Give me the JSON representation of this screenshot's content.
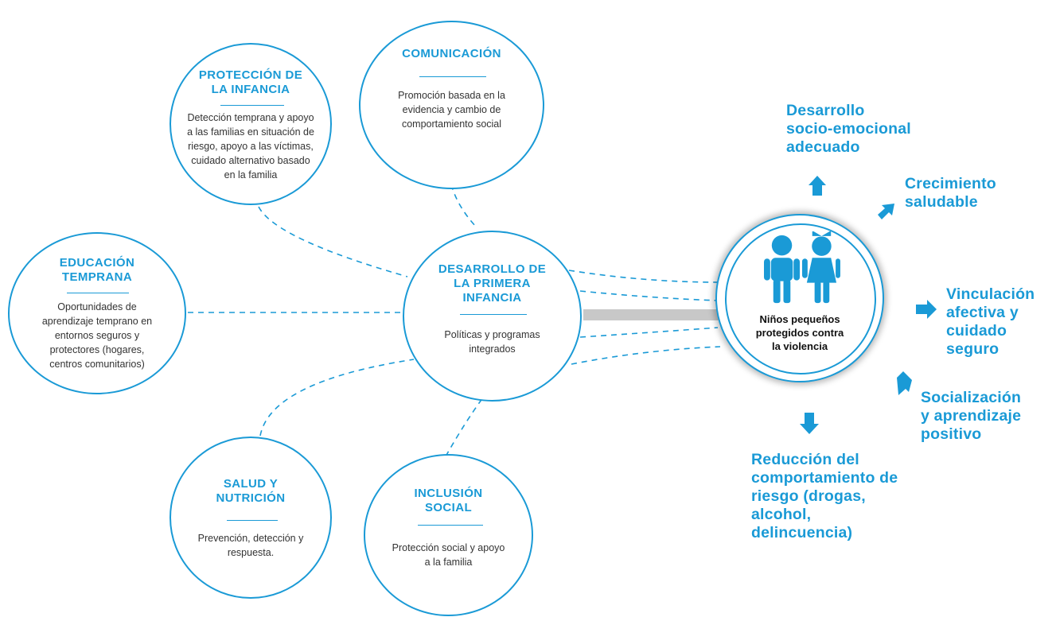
{
  "nodes": {
    "proteccion": {
      "title": "PROTECCIÓN DE\nLA INFANCIA",
      "description": "Detección temprana y apoyo\na las familias en situación de\nriesgo, apoyo a las víctimas,\ncuidado alternativo basado\nen la familia"
    },
    "comunicacion": {
      "title": "COMUNICACIÓN",
      "description": "Promoción basada en la\nevidencia y cambio de\ncomportamiento social"
    },
    "educacion": {
      "title": "EDUCACIÓN\nTEMPRANA",
      "description": "Oportunidades de\naprendizaje temprano en\nentornos seguros y\nprotectores (hogares,\ncentros comunitarios)"
    },
    "desarrollo": {
      "title": "DESARROLLO DE\nLA PRIMERA\nINFANCIA",
      "description": "Políticas y programas\nintegrados"
    },
    "salud": {
      "title": "SALUD Y\nNUTRICIÓN",
      "description": "Prevención, detección y\nrespuesta."
    },
    "inclusion": {
      "title": "INCLUSIÓN\nSOCIAL",
      "description": "Protección social y apoyo\na la familia"
    }
  },
  "hub": {
    "label": "Niños pequeños\nprotegidos contra\nla violencia"
  },
  "outcomes": {
    "socioemocional": "Desarrollo\nsocio-emocional\nadecuado",
    "crecimiento": "Crecimiento\nsaludable",
    "vinculacion": "Vinculación\nafectiva y\ncuidado\nseguro",
    "socializacion": "Socialización\ny aprendizaje\npositivo",
    "reduccion": "Reducción del\ncomportamiento de\nriesgo (drogas,\nalcohol,\ndelincuencia)"
  },
  "colors": {
    "accent": "#1a9ad6",
    "connector": "#c8c8c8",
    "text": "#333333"
  },
  "icons": {
    "children": "children-icon",
    "arrow": "arrow-icon"
  }
}
